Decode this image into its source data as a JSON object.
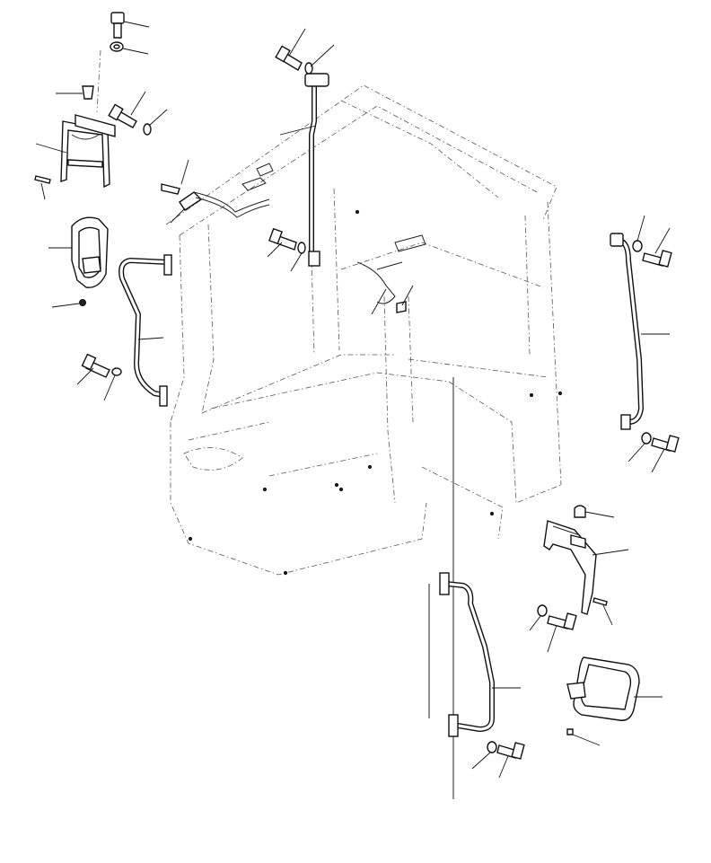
{
  "figure": {
    "background": "#ffffff",
    "line_color": "#111111",
    "callout_labels": [],
    "assemblies": {
      "cab_frame": "cab-frame",
      "left_mirror": "left-mirror-assembly",
      "right_mirror": "right-mirror-assembly",
      "grab_handles": [
        "grab-handle-top",
        "grab-handle-left",
        "grab-handle-right",
        "grab-handle-bottom"
      ],
      "fasteners": [
        "bolt",
        "washer",
        "nut",
        "pin"
      ]
    }
  }
}
